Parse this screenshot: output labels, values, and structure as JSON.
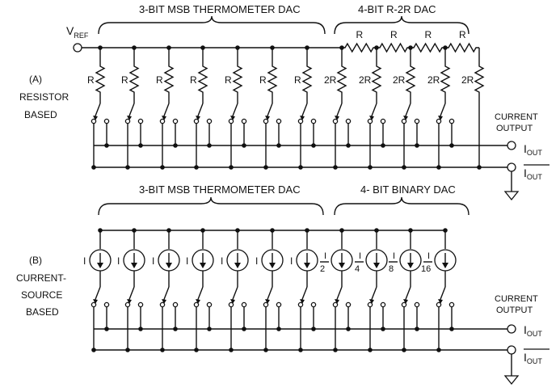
{
  "top": {
    "vref": "V",
    "vref_sub": "REF",
    "thermo_title": "3-BIT MSB THERMOMETER DAC",
    "r2r_title": "4-BIT R-2R DAC",
    "section_letter": "(A)",
    "section_line1": "RESISTOR",
    "section_line2": "BASED",
    "thermo_resistor_label": "R",
    "r2r_series_label": "R",
    "r2r_shunt_label": "2R",
    "current_output_line1": "CURRENT",
    "current_output_line2": "OUTPUT",
    "iout": "I",
    "iout_sub": "OUT"
  },
  "bottom": {
    "thermo_title": "3-BIT MSB THERMOMETER DAC",
    "binary_title": "4- BIT BINARY DAC",
    "section_letter": "(B)",
    "section_line1": "CURRENT-",
    "section_line2": "SOURCE",
    "section_line3": "BASED",
    "source_label": "I",
    "fraction_numerator": "I",
    "fraction_denominators": [
      "2",
      "4",
      "8",
      "16"
    ],
    "current_output_line1": "CURRENT",
    "current_output_line2": "OUTPUT",
    "iout": "I",
    "iout_sub": "OUT"
  }
}
